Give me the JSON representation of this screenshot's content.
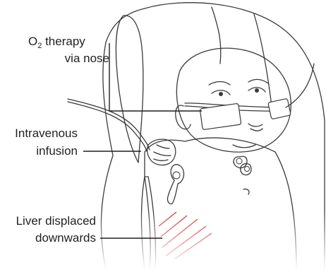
{
  "labels": {
    "oxygen_line1_prefix": "O",
    "oxygen_line1_subscript": "2",
    "oxygen_line1_suffix": " therapy",
    "oxygen_line2": "via nose",
    "iv_line1": "Intravenous",
    "iv_line2": "infusion",
    "liver_line1": "Liver displaced",
    "liver_line2": "downwards"
  },
  "colors": {
    "blanket": "#7fa3ad",
    "blanket_dark": "#5e8893",
    "skin": "#efe3cf",
    "skin_shadow": "#e2d1b8",
    "electrode": "#a9c6e6",
    "liver_hatch": "#d62a2a",
    "tape": "#ffffff",
    "line_text": "#231f20"
  },
  "icons": {
    "electrode": "ecg-electrode-icon",
    "cannula": "nasal-cannula-icon"
  }
}
